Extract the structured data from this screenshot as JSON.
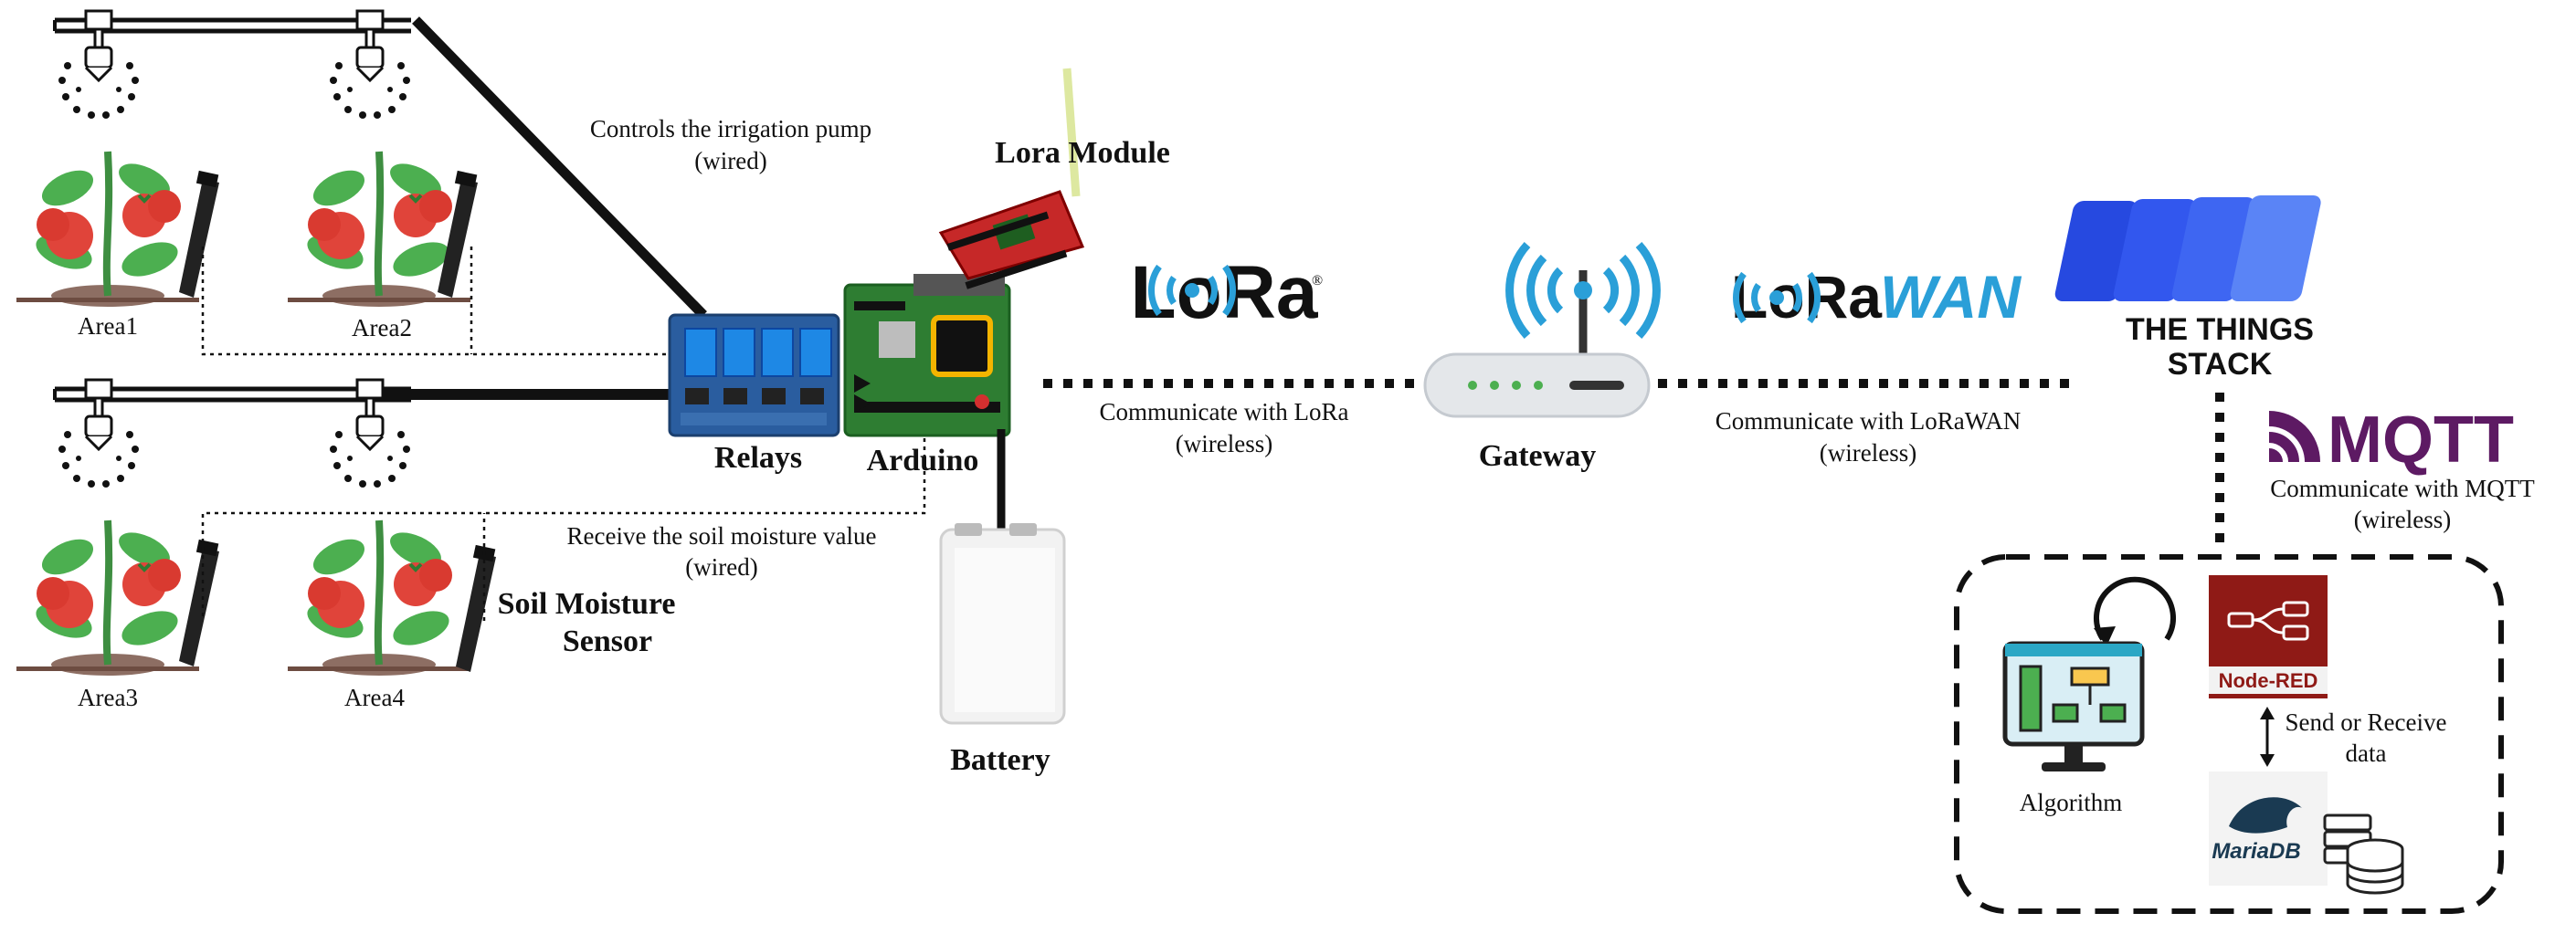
{
  "areas": {
    "area1": "Area1",
    "area2": "Area2",
    "area3": "Area3",
    "area4": "Area4"
  },
  "labels": {
    "pump_control": "Controls the irrigation pump",
    "pump_control_mode": "(wired)",
    "lora_module": "Lora Module",
    "relays": "Relays",
    "arduino": "Arduino",
    "soil_receive": "Receive the soil moisture value",
    "soil_receive_mode": "(wired)",
    "soil_sensor_line1": "Soil Moisture",
    "soil_sensor_line2": "Sensor",
    "battery": "Battery",
    "lora_comm": "Communicate with LoRa",
    "lora_comm_mode": "(wireless)",
    "gateway": "Gateway",
    "lorawan_comm": "Communicate with LoRaWAN",
    "lorawan_comm_mode": "(wireless)",
    "mqtt_comm": "Communicate with MQTT",
    "mqtt_comm_mode": "(wireless)",
    "algorithm": "Algorithm",
    "send_receive_line1": "Send or Receive",
    "send_receive_line2": "data"
  },
  "logos": {
    "lora": "LoRa",
    "lorawan_a": "LoRa",
    "lorawan_b": "WAN",
    "tts_line1": "THE THINGS",
    "tts_line2": "STACK",
    "mqtt": "MQTT",
    "nodered": "Node-RED",
    "mariadb": "MariaDB"
  },
  "colors": {
    "lora_blue": "#2a9fd8",
    "tts_blue": "#3b6cf5",
    "mqtt_purple": "#5d1a63",
    "nodered_red": "#8f1a16",
    "plant_green": "#4caf50",
    "tomato_red": "#e0443a",
    "pcb_blue": "#2a5d9f",
    "pcb_green": "#2e7d32",
    "lora_pcb_red": "#c62828"
  }
}
